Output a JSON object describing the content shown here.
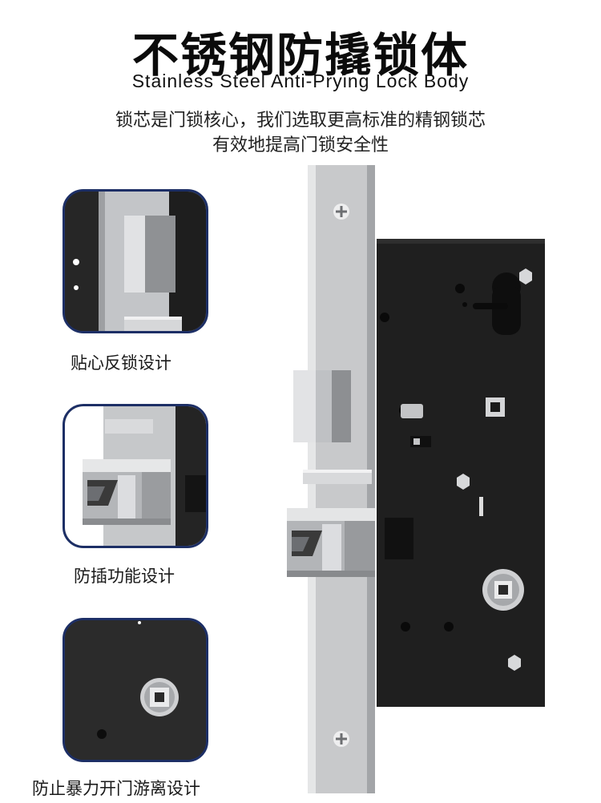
{
  "header": {
    "title": "不锈钢防撬锁体",
    "subtitle": "Stainless Steel Anti-Prying Lock Body",
    "description_line1": "锁芯是门锁核心，我们选取更高标准的精钢锁芯",
    "description_line2": "有效地提高门锁安全性"
  },
  "features": [
    {
      "caption": "贴心反锁设计",
      "icon": "deadlock-bolt-closeup"
    },
    {
      "caption": "防插功能设计",
      "icon": "anti-insert-latch-closeup"
    },
    {
      "caption": "防止暴力开门游离设计",
      "icon": "floating-spindle-closeup"
    }
  ],
  "colors": {
    "frame_border": "#1d2f66",
    "lock_body": "#1f1f1f",
    "faceplate": "#c9cacc"
  }
}
